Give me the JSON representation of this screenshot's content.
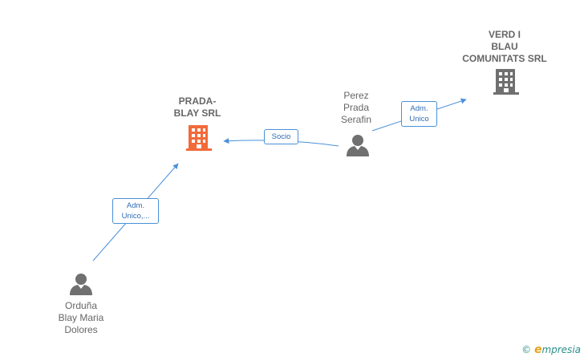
{
  "nodes": {
    "prada": {
      "type": "company",
      "lines": [
        "PRADA-",
        "BLAY SRL"
      ],
      "color": "#f26b3a"
    },
    "verd": {
      "type": "company",
      "lines": [
        "VERD I",
        "BLAU",
        "COMUNITATS SRL"
      ],
      "color": "#707070"
    },
    "perez": {
      "type": "person",
      "lines": [
        "Perez",
        "Prada",
        "Serafin"
      ],
      "color": "#707070"
    },
    "orduna": {
      "type": "person",
      "lines": [
        "Orduña",
        "Blay Maria",
        "Dolores"
      ],
      "color": "#707070"
    }
  },
  "edges": {
    "socio": {
      "from": "perez",
      "to": "prada",
      "lines": [
        "Socio"
      ]
    },
    "adm_unico": {
      "from": "perez",
      "to": "verd",
      "lines": [
        "Adm.",
        "Unico"
      ]
    },
    "adm_unico_2": {
      "from": "orduna",
      "to": "prada",
      "lines": [
        "Adm.",
        "Unico,..."
      ]
    }
  },
  "edge_color": "#4a90d9",
  "brand": {
    "copyright": "©",
    "initial": "e",
    "rest": "mpresia"
  }
}
